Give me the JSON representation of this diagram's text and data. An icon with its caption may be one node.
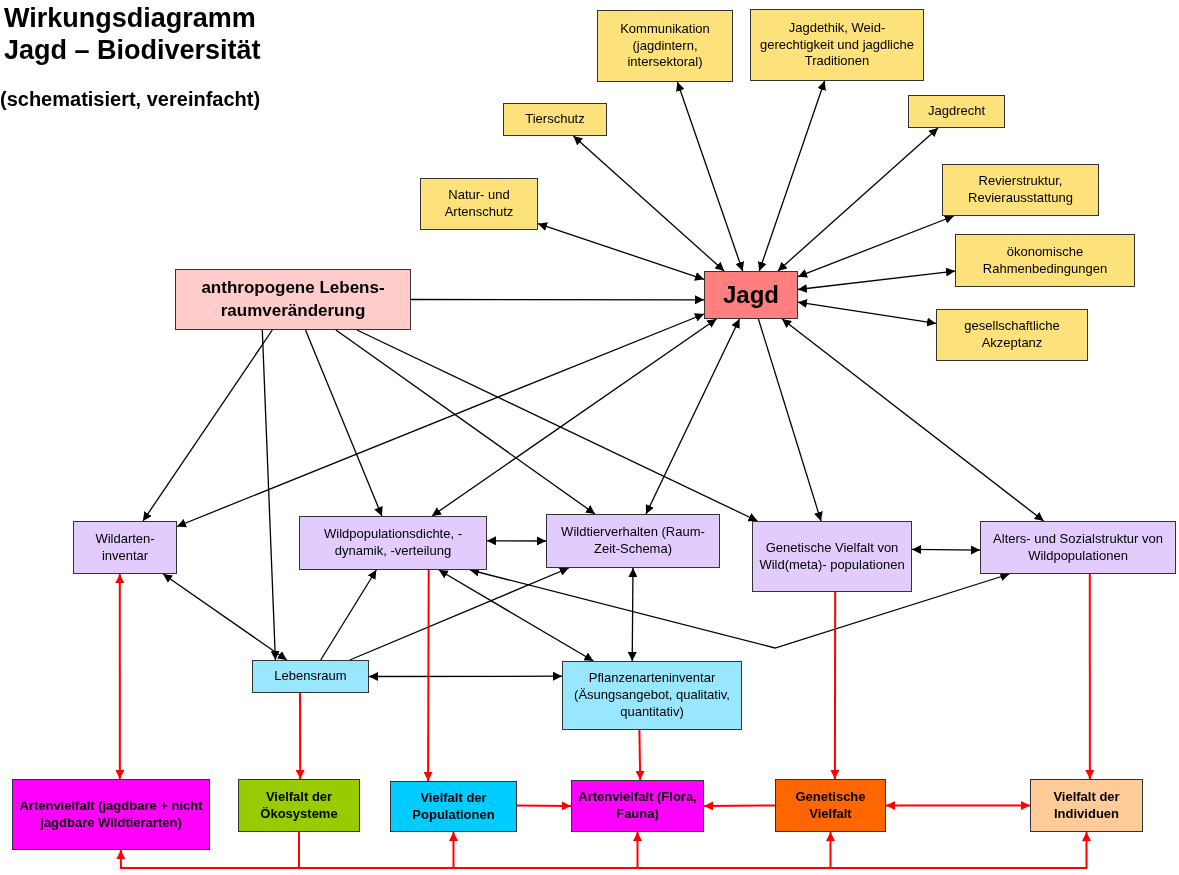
{
  "diagram": {
    "title": "Wirkungsdiagramm Jagd – Biodiversität",
    "nodes": [
      {
        "text": [
          "Natur- und Artenschutz"
        ]
      },
      {
        "text": [
          "Tierschutz"
        ]
      },
      {
        "text": [
          "Kommunikation (jagdintern, intersektoral)"
        ]
      },
      {
        "text": [
          "Jagdethik, Weid- gerechtigkeit und jagdliche Traditionen"
        ]
      },
      {
        "text": [
          "Jagdrecht"
        ]
      },
      {
        "text": [
          "Revierstruktur, Revierausstattung"
        ]
      },
      {
        "text": [
          "ökonomische Rahmenbedingungen"
        ]
      },
      {
        "text": [
          "gesellschaftliche Akzeptanz"
        ]
      },
      {
        "text": [
          "Jagd"
        ]
      },
      {
        "text": [
          "anthropogene Lebens- raumveränderung"
        ]
      },
      {
        "text": [
          "Wildarten- inventar"
        ]
      },
      {
        "text": [
          "Wildpopulationsdichte, -dynamik, -verteilung"
        ]
      },
      {
        "text": [
          "Wildtierverhalten (Raum-Zeit-Schema)"
        ]
      },
      {
        "text": [
          "Genetische Vielfalt von Wild(meta)- populationen"
        ]
      },
      {
        "text": [
          "Alters- und Sozialstruktur von Wildpopulationen"
        ]
      },
      {
        "text": [
          "Lebensraum"
        ]
      },
      {
        "text": [
          "Pflanzenarteninventar (Äsungsangebot, qualitativ, quantitativ)"
        ]
      },
      {
        "text": [
          "Artenvielfalt (jagdbare + nicht jagdbare Wildtierarten)"
        ]
      },
      {
        "text": [
          "Vielfalt der Ökosysteme"
        ]
      },
      {
        "text": [
          "Vielfalt der Populationen"
        ]
      },
      {
        "text": [
          "Artenvielfalt (Flora, Fauna)"
        ]
      },
      {
        "text": [
          "Genetische Vielfalt"
        ]
      },
      {
        "text": [
          "Vielfalt der Individuen"
        ]
      }
    ],
    "edges": [
      {
        "from": 8,
        "to": 0,
        "arrow": "both"
      },
      {
        "from": 8,
        "to": 1,
        "arrow": "both"
      },
      {
        "from": 8,
        "to": 2,
        "arrow": "both"
      },
      {
        "from": 8,
        "to": 3,
        "arrow": "both"
      },
      {
        "from": 8,
        "to": 4,
        "arrow": "both"
      },
      {
        "from": 8,
        "to": 5,
        "arrow": "both"
      },
      {
        "from": 8,
        "to": 6,
        "arrow": "both"
      },
      {
        "from": 8,
        "to": 7,
        "arrow": "both"
      },
      {
        "from": 9,
        "to": 8,
        "arrow": "to"
      },
      {
        "from": 9,
        "to": 10,
        "arrow": "to"
      },
      {
        "from": 9,
        "to": 15,
        "arrow": "to"
      },
      {
        "from": 9,
        "to": 11,
        "arrow": "to"
      },
      {
        "from": 9,
        "to": 12,
        "arrow": "to"
      },
      {
        "from": 9,
        "to": 13,
        "arrow": "to"
      },
      {
        "from": 8,
        "to": 10,
        "arrow": "both"
      },
      {
        "from": 8,
        "to": 11,
        "arrow": "both"
      },
      {
        "from": 8,
        "to": 12,
        "arrow": "both"
      },
      {
        "from": 8,
        "to": 13,
        "arrow": "to"
      },
      {
        "from": 8,
        "to": 14,
        "arrow": "both"
      },
      {
        "from": 11,
        "to": 12,
        "arrow": "both"
      },
      {
        "from": 13,
        "to": 14,
        "arrow": "both"
      },
      {
        "from": 10,
        "to": 15,
        "arrow": "both"
      },
      {
        "from": 15,
        "to": 11,
        "arrow": "to"
      },
      {
        "from": 15,
        "to": 12,
        "arrow": "to"
      },
      {
        "from": 11,
        "to": 16,
        "arrow": "both"
      },
      {
        "from": 12,
        "to": 16,
        "arrow": "both"
      },
      {
        "from": 15,
        "to": 16,
        "arrow": "both"
      },
      {
        "from": 11,
        "to": 14,
        "arrow": "both"
      },
      {
        "from": 17,
        "to": 10,
        "arrow": "both",
        "color": "#ff0000"
      },
      {
        "from": 15,
        "to": 18,
        "arrow": "to",
        "color": "#ff0000"
      },
      {
        "from": 11,
        "to": 19,
        "arrow": "to",
        "color": "#ff0000"
      },
      {
        "from": 16,
        "to": 20,
        "arrow": "to",
        "color": "#ff0000"
      },
      {
        "from": 13,
        "to": 21,
        "arrow": "to",
        "color": "#ff0000"
      },
      {
        "from": 14,
        "to": 22,
        "arrow": "to",
        "color": "#ff0000"
      },
      {
        "from": 19,
        "to": 20,
        "arrow": "to",
        "color": "#ff0000"
      },
      {
        "from": 21,
        "to": 20,
        "arrow": "to",
        "color": "#ff0000"
      },
      {
        "from": 21,
        "to": 22,
        "arrow": "both",
        "color": "#ff0000"
      },
      {
        "from": 18,
        "to": 17,
        "arrow": "to",
        "color": "#ff0000"
      },
      {
        "from": 18,
        "to": 19,
        "arrow": "to",
        "color": "#ff0000"
      },
      {
        "from": 18,
        "to": 20,
        "arrow": "to",
        "color": "#ff0000"
      },
      {
        "from": 18,
        "to": 21,
        "arrow": "to",
        "color": "#ff0000"
      },
      {
        "from": 18,
        "to": 22,
        "arrow": "to",
        "color": "#ff0000"
      }
    ],
    "labels": [
      "(schematisiert, vereinfacht)"
    ]
  }
}
